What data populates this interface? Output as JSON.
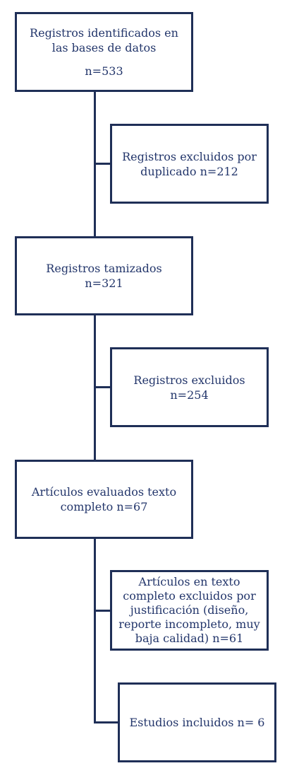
{
  "flow": {
    "identified": {
      "line1": "Registros identificados en",
      "line2": "las bases de datos",
      "count": "n=533"
    },
    "duplicates_excluded": {
      "line1": "Registros excluidos por",
      "line2": "duplicado n=212"
    },
    "screened": {
      "line1": "Registros tamizados",
      "line2": "n=321"
    },
    "screen_excluded": {
      "line1": "Registros excluidos",
      "line2": "n=254"
    },
    "full_text_assessed": {
      "line1": "Artículos evaluados texto",
      "line2": "completo n=67"
    },
    "full_text_excluded": {
      "line1": "Artículos en texto",
      "line2": "completo excluidos por",
      "line3": "justificación (diseño,",
      "line4": "reporte incompleto, muy",
      "line5": "baja calidad) n=61"
    },
    "included": {
      "line1": "Estudios incluidos n= 6"
    }
  }
}
